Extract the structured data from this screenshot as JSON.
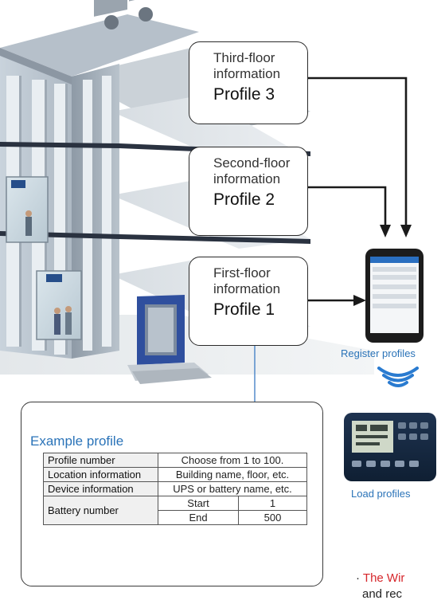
{
  "profiles": [
    {
      "info": [
        "Third-floor",
        "information"
      ],
      "name": "Profile 3"
    },
    {
      "info": [
        "Second-floor",
        "information"
      ],
      "name": "Profile 2"
    },
    {
      "info": [
        "First-floor",
        "information"
      ],
      "name": "Profile 1"
    }
  ],
  "labels": {
    "register": "Register profiles",
    "load": "Load profiles"
  },
  "example": {
    "title": "Example profile",
    "rows": {
      "profile_number": {
        "label": "Profile number",
        "value": "Choose from 1 to 100."
      },
      "location": {
        "label": "Location information",
        "value": "Building name, floor, etc."
      },
      "device": {
        "label": "Device information",
        "value": "UPS or battery name, etc."
      },
      "battery": {
        "label": "Battery number",
        "start_label": "Start",
        "start_value": "1",
        "end_label": "End",
        "end_value": "500"
      }
    }
  },
  "note": {
    "prefix": "· ",
    "red_text": "The Wir",
    "second_line": "and rec"
  },
  "colors": {
    "accent_blue": "#2a73b8",
    "note_red": "#d6262b",
    "wireless_blue": "#2a7bd0"
  }
}
